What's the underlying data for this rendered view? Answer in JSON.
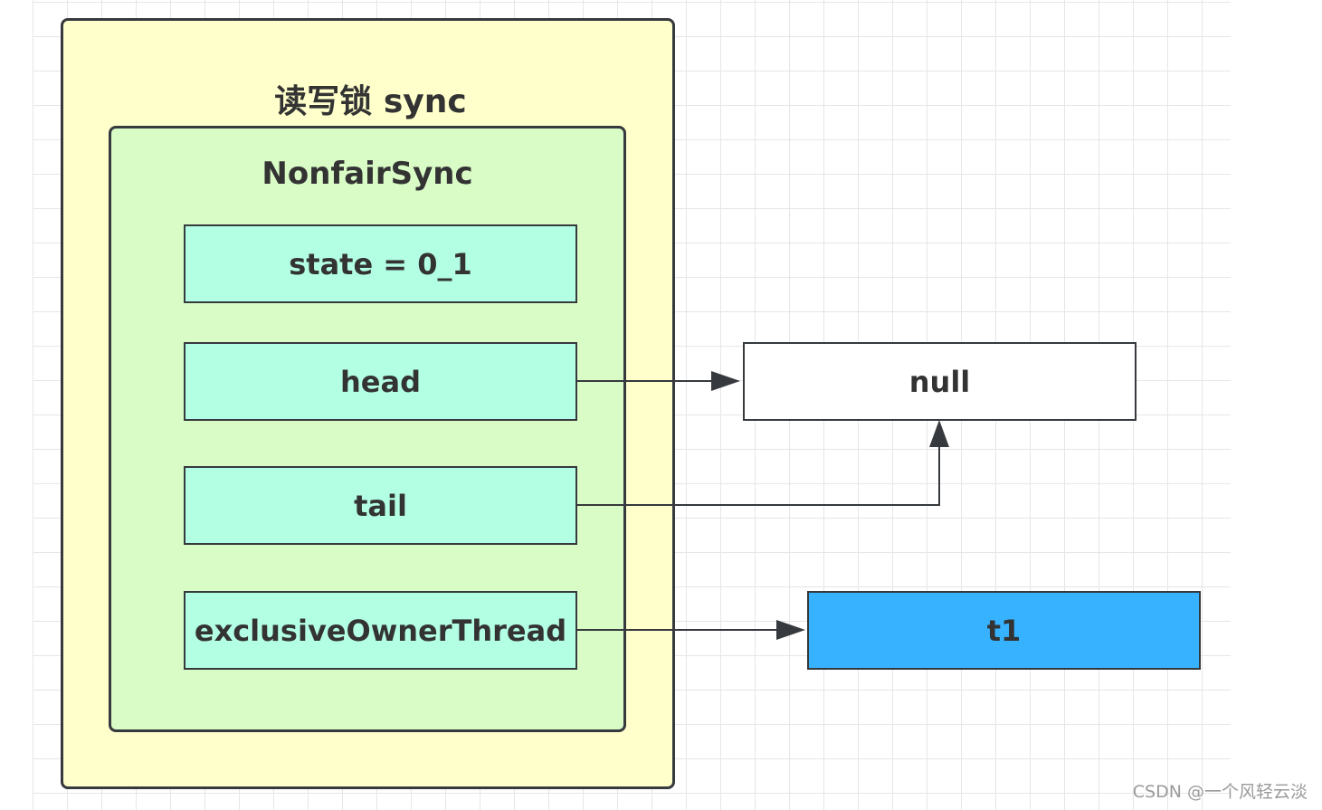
{
  "diagram": {
    "outer": {
      "title": "读写锁 sync"
    },
    "inner": {
      "title": "NonfairSync"
    },
    "fields": [
      {
        "label": "state = 0_1"
      },
      {
        "label": "head"
      },
      {
        "label": "tail"
      },
      {
        "label": "exclusiveOwnerThread"
      }
    ],
    "nodes": {
      "null_node": {
        "label": "null"
      },
      "t1_node": {
        "label": "t1"
      }
    },
    "edges": [
      {
        "from": "head",
        "to": "null"
      },
      {
        "from": "tail",
        "to": "null"
      },
      {
        "from": "exclusiveOwnerThread",
        "to": "t1"
      }
    ],
    "colors": {
      "outer_fill": "#ffffcc",
      "inner_fill": "#d9fbc6",
      "field_fill": "#b3ffe4",
      "t1_fill": "#36b2ff",
      "stroke": "#36393d"
    }
  },
  "watermark": "CSDN @一个风轻云淡"
}
